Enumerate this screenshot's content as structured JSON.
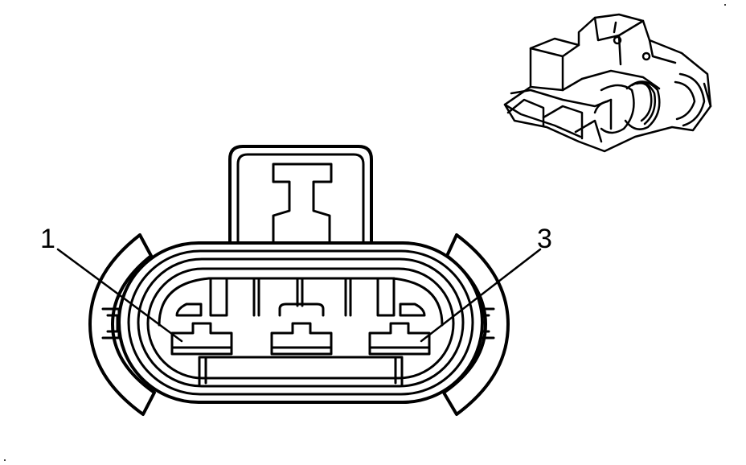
{
  "diagram": {
    "callouts": [
      {
        "id": "pin-1",
        "label": "1"
      },
      {
        "id": "pin-3",
        "label": "3"
      }
    ],
    "colors": {
      "stroke": "#000000",
      "fill": "#ffffff"
    }
  }
}
